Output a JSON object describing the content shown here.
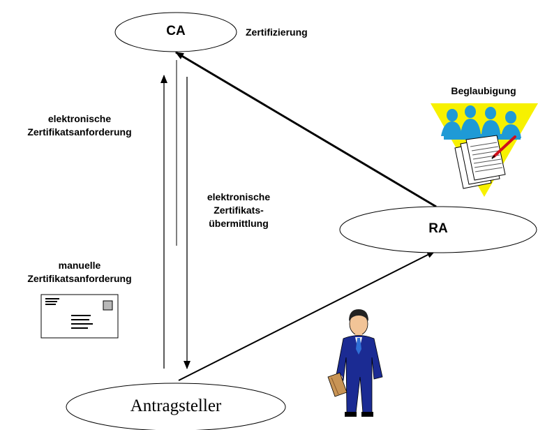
{
  "nodes": {
    "ca": "CA",
    "ra": "RA",
    "applicant": "Antragsteller"
  },
  "labels": {
    "certification": "Zertifizierung",
    "notarization": "Beglaubigung",
    "electronic_request": [
      "elektronische",
      "Zertifikatsanforderung"
    ],
    "electronic_delivery": [
      "elektronische",
      "Zertifikats-",
      "übermittlung"
    ],
    "manual_request": [
      "manuelle",
      "Zertifikatsanforderung"
    ]
  },
  "icons": [
    "envelope-icon",
    "group-meeting-icon",
    "documents-pen-icon",
    "businessman-icon",
    "briefcase-icon"
  ],
  "colors": {
    "triangle": "#f7f100",
    "people": "#1f9ad6",
    "suit": "#1b2b93",
    "briefcase": "#c89455",
    "stroke": "#000000"
  }
}
